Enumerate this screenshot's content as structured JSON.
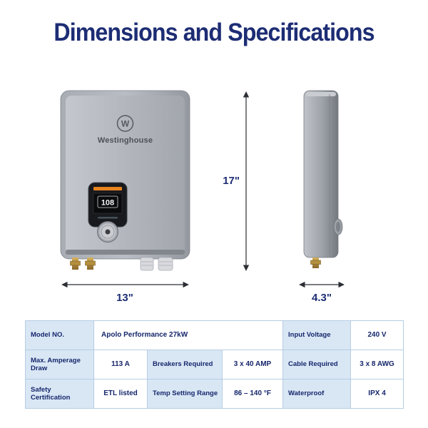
{
  "title": "Dimensions and Specifications",
  "diagram": {
    "front_view": {
      "brand": "Westinghouse",
      "logo_letter": "W",
      "display_reading": "108",
      "height_dim": "17\"",
      "width_dim": "13\""
    },
    "side_view": {
      "depth_dim": "4.3\""
    }
  },
  "table": {
    "rows": [
      {
        "cells": [
          "Model NO.",
          "Apolo Performance 27kW",
          "Input Voltage",
          "240 V"
        ]
      },
      {
        "cells": [
          "Max. Amperage Draw",
          "113 A",
          "Breakers Required",
          "3 x 40 AMP",
          "Cable Required",
          "3 x 8 AWG"
        ]
      },
      {
        "cells": [
          "Safety Certification",
          "ETL listed",
          "Temp Setting Range",
          "86 – 140 °F",
          "Waterproof",
          "IPX 4"
        ]
      }
    ]
  },
  "colors": {
    "accent_navy": "#1d2d74",
    "table_label_bg": "#d9e7f5",
    "table_border": "#b6cde4",
    "dimension_line": "#2b2e33"
  }
}
